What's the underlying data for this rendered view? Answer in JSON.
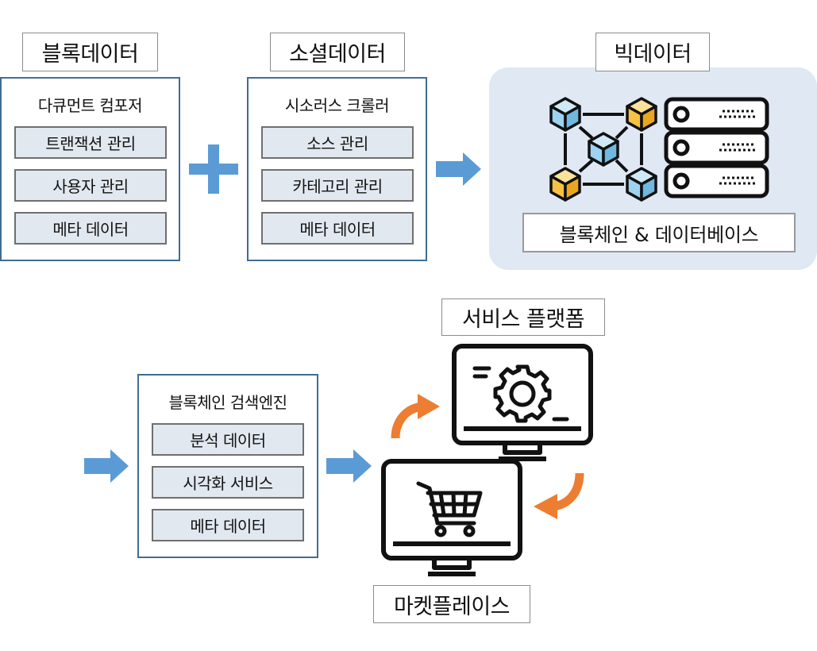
{
  "top_labels": {
    "block_data": "블록데이터",
    "social_data": "소셜데이터",
    "big_data": "빅데이터"
  },
  "doc_composer": {
    "title": "다큐먼트 컴포저",
    "items": [
      "트랜잭션 관리",
      "사용자 관리",
      "메타 데이터"
    ]
  },
  "social_crawler": {
    "title": "시소러스 크롤러",
    "items": [
      "소스 관리",
      "카테고리 관리",
      "메타 데이터"
    ]
  },
  "blockchain_db_label": "블록체인 & 데이터베이스",
  "search_engine": {
    "title": "블록체인 검색엔진",
    "items": [
      "분석 데이터",
      "시각화 서비스",
      "메타 데이터"
    ]
  },
  "service_platform_label": "서비스 플랫폼",
  "marketplace_label": "마켓플레이스",
  "colors": {
    "box_border": "#3f6d95",
    "item_fill": "#e2e8f0",
    "arrow_blue": "#5b9bd5",
    "arrow_orange": "#ed7d31",
    "cube_blue": "#9dd3f0",
    "cube_yellow": "#f7c244",
    "panel_bg": "#dfe8f3"
  },
  "icons": [
    "plus-icon",
    "right-arrow-icon",
    "blockchain-cubes-icon",
    "server-stack-icon",
    "gear-monitor-icon",
    "cart-monitor-icon",
    "cycle-arrow-icon"
  ]
}
